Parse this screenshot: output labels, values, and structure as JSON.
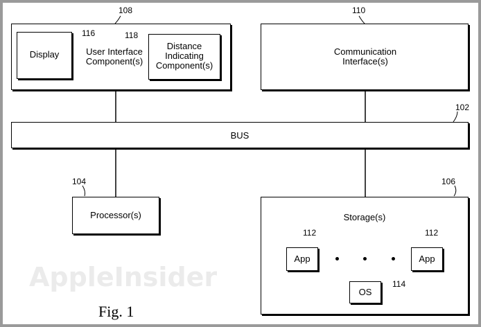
{
  "components": {
    "ui_group": {
      "ref": "108",
      "label": "User Interface Component(s)"
    },
    "display": {
      "ref": "116",
      "label": "Display"
    },
    "distance": {
      "ref": "118",
      "label": "Distance Indicating Component(s)"
    },
    "comm": {
      "ref": "110",
      "label": "Communication Interface(s)"
    },
    "bus": {
      "ref": "102",
      "label": "BUS"
    },
    "processor": {
      "ref": "104",
      "label": "Processor(s)"
    },
    "storage": {
      "ref": "106",
      "label": "Storage(s)"
    },
    "app_left": {
      "ref": "112",
      "label": "App"
    },
    "app_right": {
      "ref": "112",
      "label": "App"
    },
    "os": {
      "ref": "114",
      "label": "OS"
    }
  },
  "watermark": "AppleInsider",
  "caption": "Fig. 1",
  "colors": {
    "frame": "#9a9a9a",
    "ink": "#000000",
    "watermark": "#ebebeb"
  }
}
